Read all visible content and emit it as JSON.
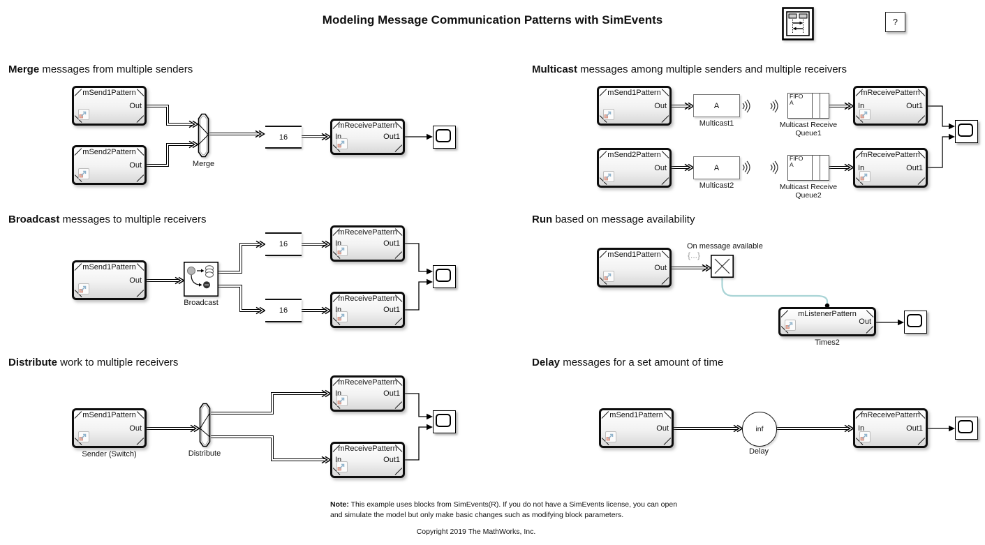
{
  "title": "Modeling Message Communication Patterns with SimEvents",
  "header": {
    "help": "?"
  },
  "colors": {
    "entity_line": "#000000",
    "event_line_teal": "#a9d4d6",
    "block_border": "#0d0d0d",
    "badge_arrow": "#8fb3cc",
    "badge_square": "#e8b2a3"
  },
  "sections": {
    "merge": {
      "heading": {
        "bold": "Merge",
        "rest": " messages from multiple senders"
      },
      "sender1": {
        "title": "mSend1Pattern",
        "port": "Out"
      },
      "sender2": {
        "title": "mSend2Pattern",
        "port": "Out"
      },
      "switch_label": "Merge",
      "queue": {
        "capacity": "16"
      },
      "receiver": {
        "title": "mReceivePattern",
        "port_in": "In",
        "port_out": "Out1"
      }
    },
    "multicast": {
      "heading": {
        "bold": "Multicast",
        "rest": " messages among multiple senders and multiple receivers"
      },
      "sender1": {
        "title": "mSend1Pattern",
        "port": "Out"
      },
      "sender2": {
        "title": "mSend2Pattern",
        "port": "Out"
      },
      "hub1": {
        "letter": "A",
        "label": "Multicast1"
      },
      "hub2": {
        "letter": "A",
        "label": "Multicast2"
      },
      "queue1": {
        "tag1": "FIFO",
        "tag2": "A",
        "label_line1": "Multicast Receive",
        "label_line2": "Queue1"
      },
      "queue2": {
        "tag1": "FIFO",
        "tag2": "A",
        "label_line1": "Multicast Receive",
        "label_line2": "Queue2"
      },
      "receiver1": {
        "title": "mReceivePattern",
        "port_in": "In",
        "port_out": "Out1"
      },
      "receiver2": {
        "title": "mReceivePattern",
        "port_in": "In",
        "port_out": "Out1"
      }
    },
    "broadcast": {
      "heading": {
        "bold": "Broadcast",
        "rest": " messages to multiple receivers"
      },
      "sender": {
        "title": "mSend1Pattern",
        "port": "Out"
      },
      "hub_label": "Broadcast",
      "queue1": {
        "capacity": "16"
      },
      "queue2": {
        "capacity": "16"
      },
      "receiver1": {
        "title": "mReceivePattern",
        "port_in": "In",
        "port_out": "Out1"
      },
      "receiver2": {
        "title": "mReceivePattern",
        "port_in": "In",
        "port_out": "Out1"
      }
    },
    "run": {
      "heading": {
        "bold": "Run",
        "rest": " based on message availability"
      },
      "sender": {
        "title": "mSend1Pattern",
        "port": "Out"
      },
      "event_label": "On message available",
      "event_badge": "{...}",
      "listener": {
        "title": "mListenerPattern",
        "port_out": "Out",
        "label": "Times2"
      }
    },
    "distribute": {
      "heading": {
        "bold": "Distribute",
        "rest": " work to multiple receivers"
      },
      "sender": {
        "title": "mSend1Pattern",
        "port": "Out",
        "label": "Sender (Switch)"
      },
      "switch_label": "Distribute",
      "receiver1": {
        "title": "mReceivePattern",
        "port_in": "In",
        "port_out": "Out1"
      },
      "receiver2": {
        "title": "mReceivePattern",
        "port_in": "In",
        "port_out": "Out1"
      }
    },
    "delay": {
      "heading": {
        "bold": "Delay",
        "rest": " messages for a set amount of time"
      },
      "sender": {
        "title": "mSend1Pattern",
        "port": "Out"
      },
      "delay": {
        "value": "inf",
        "label": "Delay"
      },
      "receiver": {
        "title": "mReceivePattern",
        "port_in": "In",
        "port_out": "Out1"
      }
    }
  },
  "note": {
    "bold": "Note:",
    "line1": " This example uses blocks from SimEvents(R). If you do not have a SimEvents license, you can open",
    "line2": "and simulate the model but only make basic changes such as modifying block parameters."
  },
  "copyright": "Copyright 2019 The MathWorks, Inc."
}
